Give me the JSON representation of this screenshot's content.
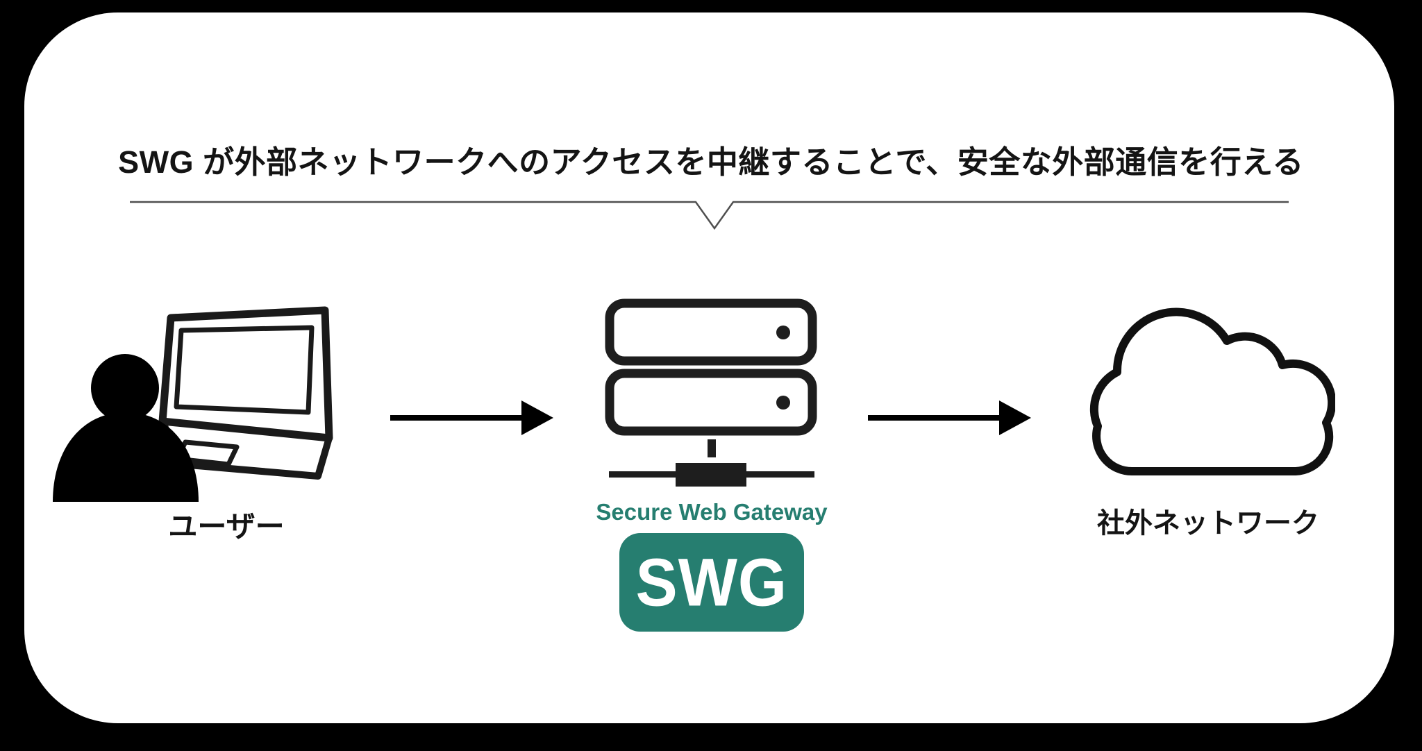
{
  "colors": {
    "background": "#000000",
    "card": "#ffffff",
    "accent_teal": "#267e70",
    "icon_black": "#1a1a1a",
    "divider_gray": "#4f4f4f",
    "text_black": "#141414"
  },
  "header": {
    "title": "SWG が外部ネットワークへのアクセスを中継することで、安全な外部通信を行える"
  },
  "diagram": {
    "nodes": [
      {
        "id": "user",
        "icon": "user-laptop-icon",
        "label": "ユーザー"
      },
      {
        "id": "swg",
        "icon": "server-icon",
        "title": "Secure Web Gateway",
        "badge": "SWG"
      },
      {
        "id": "external-network",
        "icon": "cloud-icon",
        "label": "社外ネットワーク"
      }
    ],
    "connections": [
      {
        "from": "user",
        "to": "swg",
        "style": "arrow-right"
      },
      {
        "from": "swg",
        "to": "external-network",
        "style": "arrow-right"
      }
    ]
  }
}
